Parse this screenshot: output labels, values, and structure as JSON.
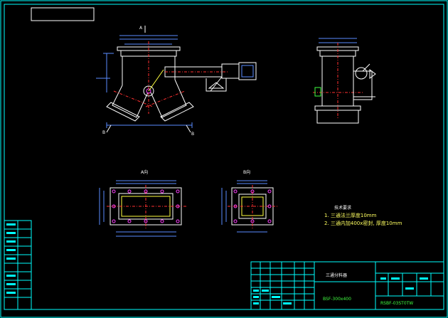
{
  "views": {
    "a_arrow": "A",
    "b_arrow_left": "B",
    "b_arrow_right": "B",
    "a_view_label": "A向",
    "b_view_label": "B向"
  },
  "notes": {
    "heading": "技术要求",
    "item1": "1. 三通法兰厚度10mm",
    "item2": "2. 三通内加400x密封, 厚度10mm"
  },
  "title_block": {
    "part_name": "三通分料器",
    "spec": "BSF-300x400",
    "drawing_no": "RSBF-03ST0TW"
  },
  "colors": {
    "background": "#000000",
    "frame": "#00ffff",
    "outline": "#ffffff",
    "centerline": "#ff3030",
    "dimension": "#5a8cff",
    "bolt": "#ff40ff"
  }
}
